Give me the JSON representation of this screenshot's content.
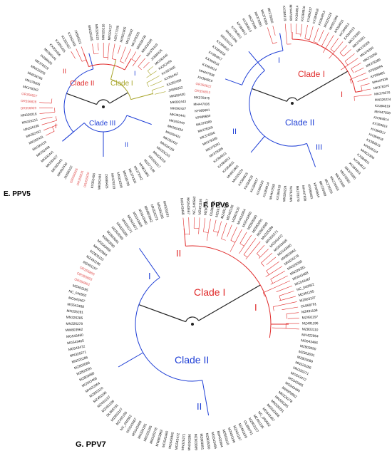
{
  "colors": {
    "blue": "#1f3fd6",
    "red": "#e02a2a",
    "olive": "#a8a52a",
    "black": "#222222",
    "red_label": "#e05050"
  },
  "panels": [
    {
      "id": "E",
      "label": "E. PPV5",
      "clades": [
        {
          "text": "Clade I",
          "color": "olive"
        },
        {
          "text": "Clade II",
          "color": "red"
        },
        {
          "text": "Clade III",
          "color": "blue"
        }
      ],
      "subclades": [
        {
          "text": "I",
          "color": "blue"
        },
        {
          "text": "II",
          "color": "red"
        },
        {
          "text": "I",
          "color": "red"
        },
        {
          "text": "II",
          "color": "blue"
        }
      ],
      "tips_left": [
        "MN326185",
        "MN326215",
        "MN326216",
        "MN326217",
        "MZ577108",
        "MH921905",
        "MK378342",
        "MK378305",
        "MN038795",
        "MN326208"
      ],
      "tips_right": [
        "MK378319",
        "JX898426",
        "MK092446",
        "KX352456",
        "KX352455",
        "KX352457",
        "KX352458",
        "JX896322",
        "MK092430",
        "MK092443",
        "MK092427",
        "MK092441",
        "MK092449",
        "MK092433",
        "MK092431",
        "MK092432"
      ],
      "tips_red": [
        "OR356829",
        "OR356828",
        "OR356827",
        "OR356830",
        "OR356831",
        "OR356826"
      ]
    },
    {
      "id": "F",
      "label": "F. PPV6",
      "clades": [
        {
          "text": "Clade I",
          "color": "red"
        },
        {
          "text": "Clade II",
          "color": "blue"
        }
      ],
      "subclades": [
        {
          "text": "I",
          "color": "blue"
        },
        {
          "text": "I",
          "color": "red"
        },
        {
          "text": "II",
          "color": "blue"
        },
        {
          "text": "III",
          "color": "blue"
        }
      ],
      "tips_left": [
        "KX384819",
        "MH447838",
        "KX384814",
        "KX384816",
        "KX384817",
        "KX384818",
        "KX384815",
        "MN326224",
        "MH921906",
        "KX384811",
        "KX384812",
        "KX384813"
      ],
      "tips_right": [
        "MK378385",
        "MK378381",
        "MK378369",
        "MK378356",
        "MK378355",
        "MK378389",
        "KF999684",
        "KF999681",
        "MH447836",
        "MK378376",
        "MK378376",
        "MN326224"
      ],
      "tips_red": [
        "OR356813",
        "OR356822"
      ]
    },
    {
      "id": "G",
      "label": "G. PPV7",
      "clades": [
        {
          "text": "Clade I",
          "color": "red"
        },
        {
          "text": "Clade II",
          "color": "blue"
        }
      ],
      "subclades": [
        {
          "text": "I",
          "color": "blue"
        },
        {
          "text": "II",
          "color": "red"
        },
        {
          "text": "I",
          "color": "red"
        },
        {
          "text": "II",
          "color": "blue"
        }
      ],
      "tips_left": [
        "MG543468",
        "MG543467",
        "NC_040562",
        "MZ491195",
        "MZ803107",
        "OL868791",
        "MZ491199",
        "MZ491197",
        "MZ491196",
        "MZ803110",
        "MH422964",
        "MG543466"
      ],
      "tips_right": [
        "MZ803090",
        "MZ803091",
        "MZ803089",
        "MN326286",
        "MN326271",
        "MG543472",
        "MG543465",
        "MG543460",
        "MW803962",
        "MN326278",
        "MN326285",
        "MN326281"
      ],
      "tips_red": [
        "OR356861",
        "OR356863",
        "OR356856"
      ]
    }
  ]
}
